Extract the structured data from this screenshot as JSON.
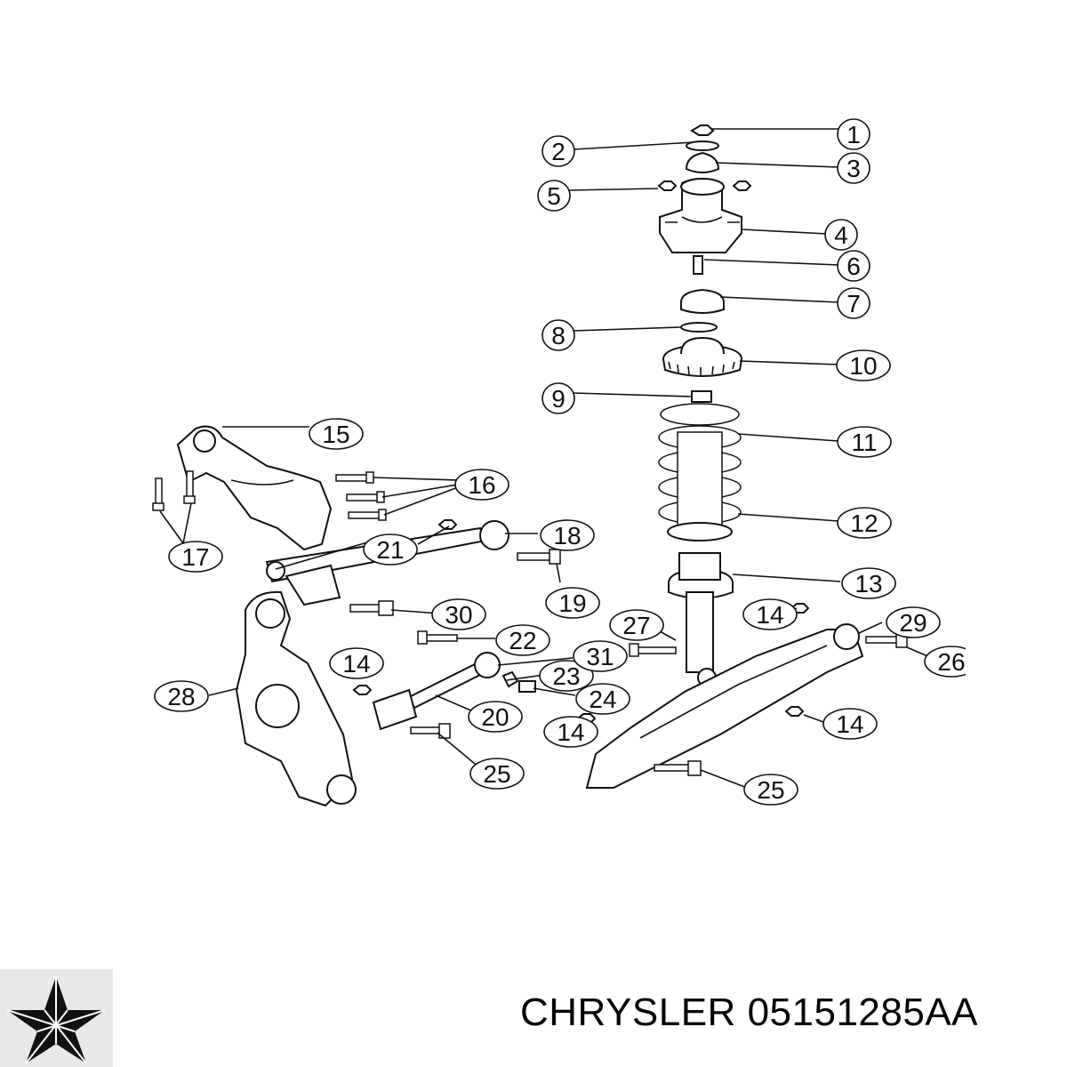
{
  "caption": {
    "brand": "CHRYSLER",
    "part_number": "05151285AA"
  },
  "logo_icon": "chrysler-pentastar-icon",
  "callouts": [
    "1",
    "2",
    "3",
    "4",
    "5",
    "6",
    "7",
    "8",
    "9",
    "10",
    "11",
    "12",
    "13",
    "14",
    "15",
    "16",
    "17",
    "18",
    "19",
    "20",
    "21",
    "22",
    "23",
    "24",
    "25",
    "26",
    "27",
    "28",
    "29",
    "30",
    "31"
  ],
  "repeated_callouts": [
    "14",
    "14",
    "14",
    "14",
    "25",
    "25"
  ]
}
